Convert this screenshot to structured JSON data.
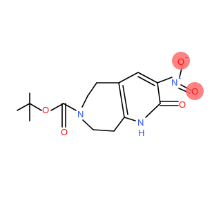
{
  "molecule": {
    "colors": {
      "bond": "#000000",
      "carbon": "#000000",
      "oxygen": "#ff0d0d",
      "nitrogen": "#3050f8",
      "nitro_nitrogen": "#3050f8"
    },
    "labels": {
      "nh": "H",
      "nh_n": "N",
      "ring_n": "N",
      "carbonyl_o": "O",
      "pyridone_o": "O",
      "ester_o": "O",
      "nitro_n": "N",
      "nitro_n_charge": "+",
      "nitro_o1": "O",
      "nitro_o1_charge": "−",
      "nitro_o2": "O"
    }
  }
}
